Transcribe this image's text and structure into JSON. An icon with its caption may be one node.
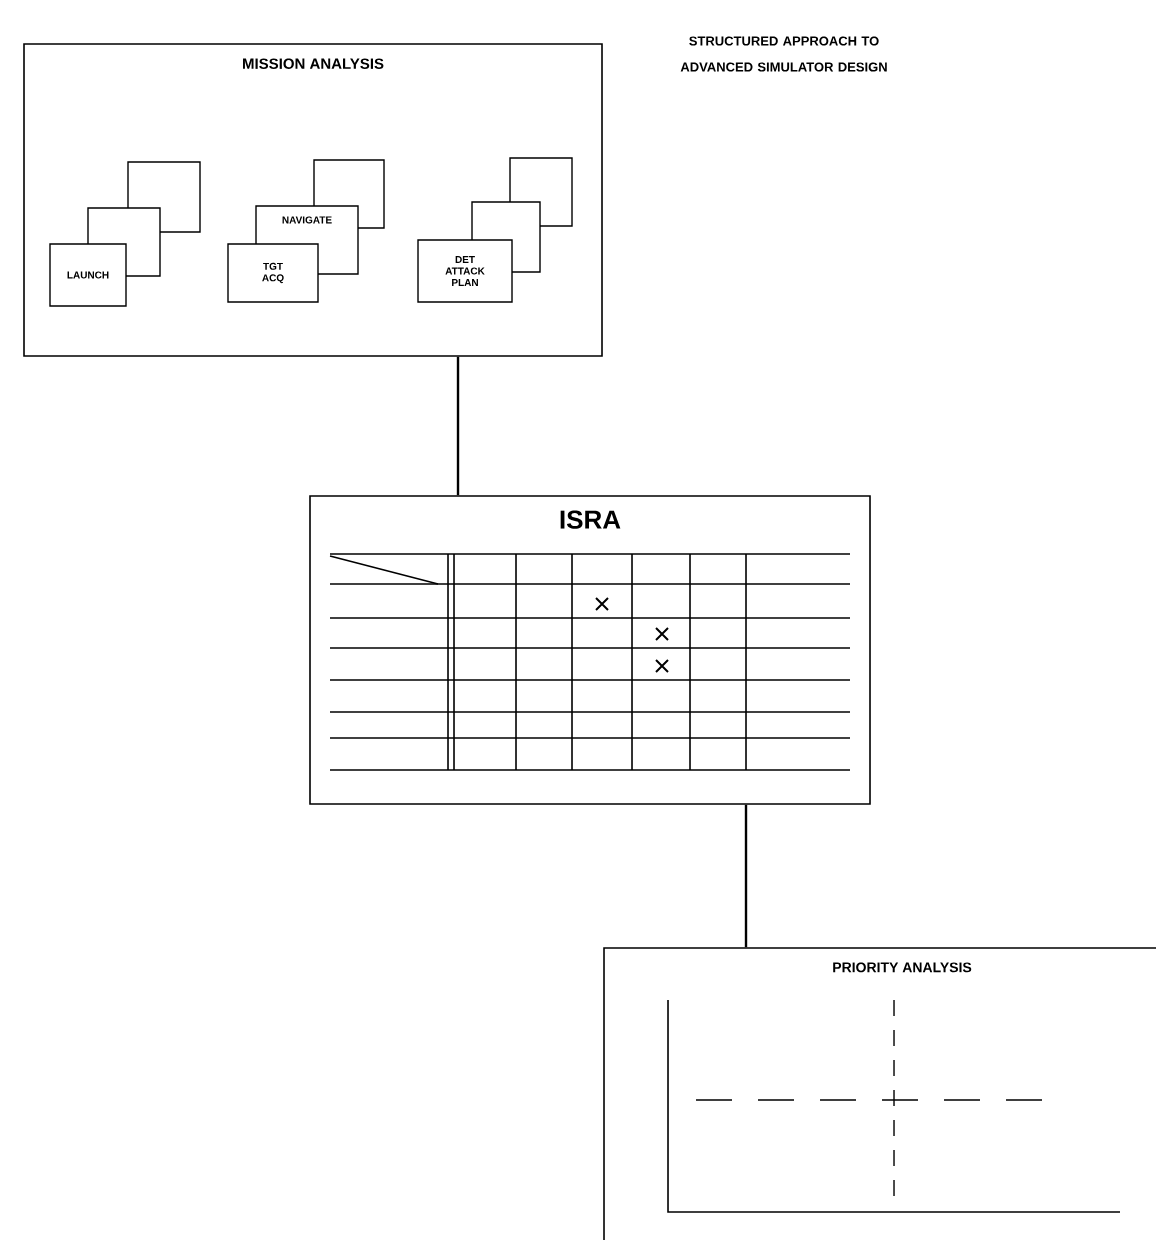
{
  "diagram": {
    "title": "STRUCTURED APPROACH TO ADVANCED SIMULATOR DESIGN",
    "nodes": [
      {
        "text": [
          "MISSION ANALYSIS"
        ]
      },
      {
        "text": [],
        "shape": "box",
        "in": 0
      },
      {
        "text": [],
        "shape": "box",
        "in": 0
      },
      {
        "text": [
          "LAUNCH"
        ],
        "in": 0
      },
      {
        "text": [],
        "shape": "box",
        "in": 0
      },
      {
        "text": [
          "NAVIGATE"
        ],
        "in": 0
      },
      {
        "text": [
          "TGT ACQ"
        ],
        "in": 0
      },
      {
        "text": [],
        "shape": "box",
        "in": 0
      },
      {
        "text": [],
        "shape": "box",
        "in": 0
      },
      {
        "text": [
          "DET ATTACK PLAN"
        ],
        "in": 0
      },
      {
        "text": [
          "ISRA"
        ]
      },
      {
        "text": [
          "PRIORITY ANALYSIS"
        ]
      }
    ],
    "edges": [
      {
        "from": 0,
        "to": 10,
        "arrow": "none"
      },
      {
        "from": 10,
        "to": 11,
        "arrow": "none"
      }
    ]
  }
}
